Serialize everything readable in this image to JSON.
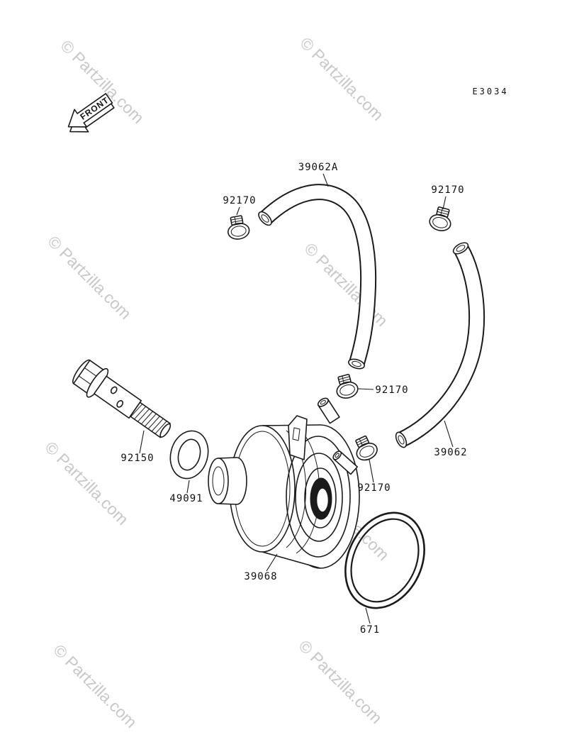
{
  "page": {
    "code": "E3034",
    "front_arrow_label": "FRONT",
    "watermark": {
      "text": "© Partzilla.com",
      "color": "#c8c8c8"
    },
    "colors": {
      "line": "#1a1a1a",
      "background": "#ffffff"
    }
  },
  "labels": {
    "hose_upper": "39062A",
    "clamp_top_left": "92170",
    "clamp_top_right": "92170",
    "clamp_middle": "92170",
    "clamp_bottom": "92170",
    "banjo_bolt": "92150",
    "oring_small": "49091",
    "oil_cooler": "39068",
    "hose_right": "39062",
    "oring_large": "671"
  }
}
